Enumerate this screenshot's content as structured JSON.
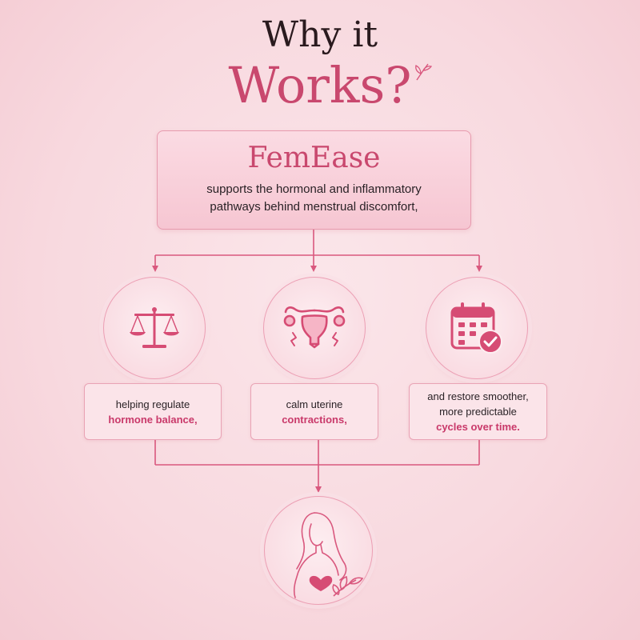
{
  "header": {
    "title_line1": "Why it",
    "title_line2": "Works?"
  },
  "top_card": {
    "brand": "FemEase",
    "description_line1": "supports the hormonal and inflammatory",
    "description_line2": "pathways behind menstrual discomfort,"
  },
  "benefits": [
    {
      "icon": "scales-icon",
      "text_line1": "helping regulate",
      "highlight": "hormone balance,"
    },
    {
      "icon": "uterus-icon",
      "text_line1": "calm uterine",
      "highlight": "contractions,"
    },
    {
      "icon": "calendar-check-icon",
      "text_line1": "and restore smoother,",
      "text_line2": "more predictable",
      "highlight": "cycles over time."
    }
  ],
  "outcome": {
    "icon": "woman-heart-icon"
  },
  "colors": {
    "accent": "#c9486e",
    "line": "#d9587e",
    "background": "#f8d9df"
  }
}
